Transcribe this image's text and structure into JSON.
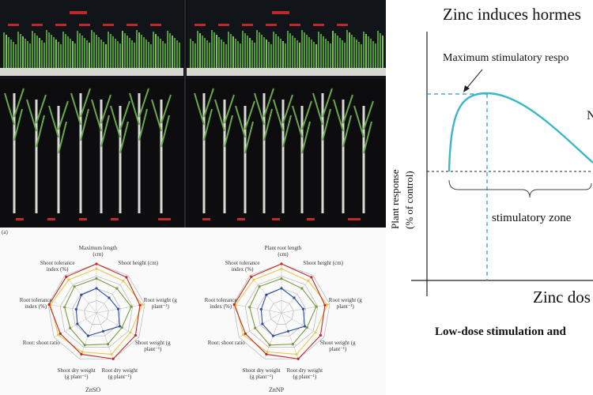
{
  "hormesis": {
    "title": "Zinc induces hormes",
    "annotation_max": "Maximum stimulatory respo",
    "y_label_line1": "Plant response",
    "y_label_line2": "(% of control)",
    "zone_label": "stimulatory zone",
    "x_label": "Zinc dos",
    "caption": "Low-dose stimulation and",
    "right_edge_letter": "N",
    "curve_color": "#3bb6c9",
    "dash_color": "#2a9bc0"
  },
  "radar_left": {
    "panel_label": "(a)",
    "caption": "ZnSO",
    "labels": [
      "Maximum length (cm)",
      "Shoot height (cm)",
      "Root weight (g plant⁻¹)",
      "Shoot weight (g plant⁻¹)",
      "Root dry weight (g plant⁻¹)",
      "Shoot dry weight (g plant⁻¹)",
      "Root: shoot ratio",
      "Root tolerance index (%)",
      "Shoot tolerance index (%)"
    ]
  },
  "radar_right": {
    "caption": "ZnNP",
    "labels": [
      "Plant root length (cm)",
      "Shoot height (cm)",
      "Root weight (g plant⁻¹)",
      "Shoot weight (g plant⁻¹)",
      "Root dry weight (g plant⁻¹)",
      "Shoot dry weight (g plant⁻¹)",
      "Root: shoot ratio",
      "Root tolerance index (%)",
      "Shoot tolerance index (%)"
    ]
  },
  "colors": {
    "photo_bg": "#0d0d0f",
    "seedling_green": "#5fa83c",
    "stem_white": "#d9dcd6",
    "label_red": "#c0282a"
  }
}
